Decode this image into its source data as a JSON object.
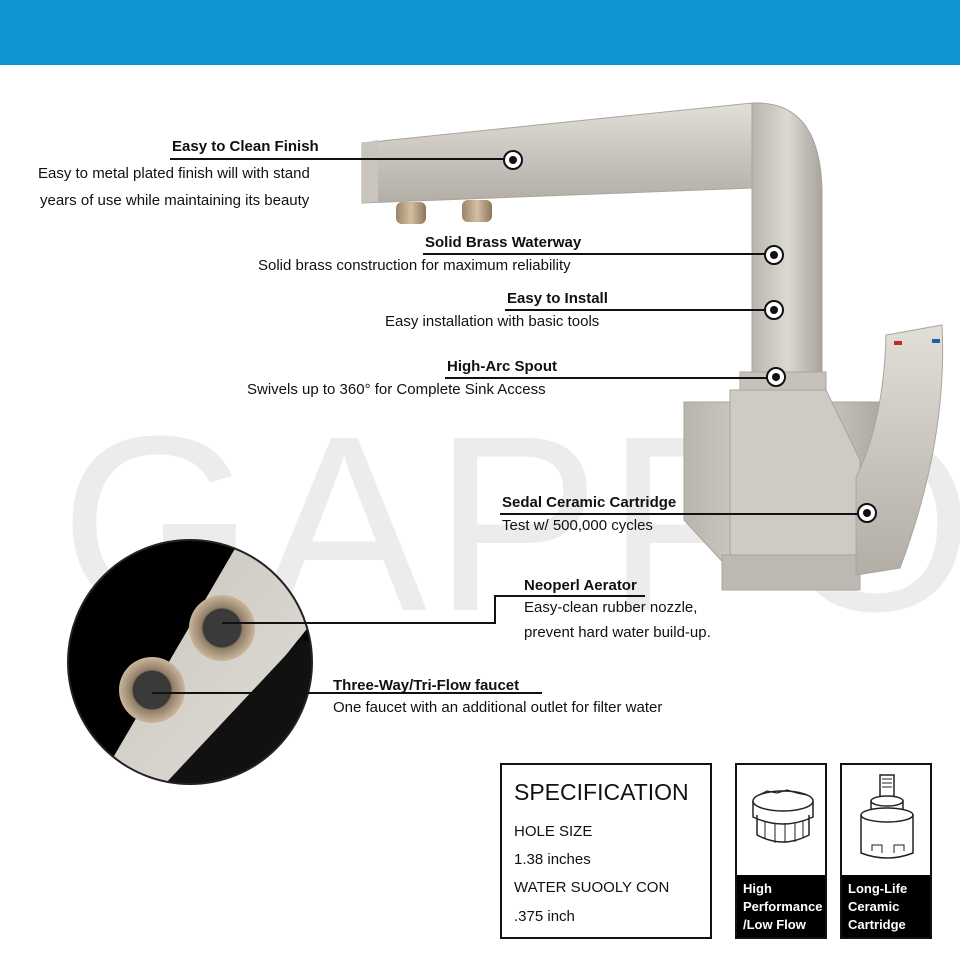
{
  "brand": {
    "watermark": "GAPPO",
    "accent_color": "#1196d4"
  },
  "callouts": [
    {
      "title": "Easy to Clean Finish",
      "lines": [
        "Easy to metal plated finish will with stand",
        "years of use while maintaining its beauty"
      ]
    },
    {
      "title": "Solid Brass Waterway",
      "lines": [
        "Solid brass construction for maximum reliability"
      ]
    },
    {
      "title": "Easy to Install",
      "lines": [
        "Easy installation with basic tools"
      ]
    },
    {
      "title": "High-Arc Spout",
      "lines": [
        "Swivels up to 360° for Complete Sink Access"
      ]
    },
    {
      "title": "Sedal Ceramic Cartridge",
      "lines": [
        "Test w/ 500,000 cycles"
      ]
    },
    {
      "title": "Neoperl Aerator",
      "lines": [
        "Easy-clean rubber nozzle,",
        "prevent hard water build-up."
      ]
    },
    {
      "title": "Three-Way/Tri-Flow faucet",
      "lines": [
        "One faucet with an additional outlet for filter water"
      ]
    }
  ],
  "specification": {
    "title": "SPECIFICATION",
    "lines": [
      "HOLE SIZE",
      "1.38 inches",
      "WATER SUOOLY CON",
      ".375 inch"
    ]
  },
  "features": [
    {
      "icon": "aerator-icon",
      "lines": [
        "High",
        "Performance",
        "/Low Flow"
      ]
    },
    {
      "icon": "cartridge-icon",
      "lines": [
        "Long-Life",
        "Ceramic",
        "Cartridge"
      ]
    }
  ]
}
